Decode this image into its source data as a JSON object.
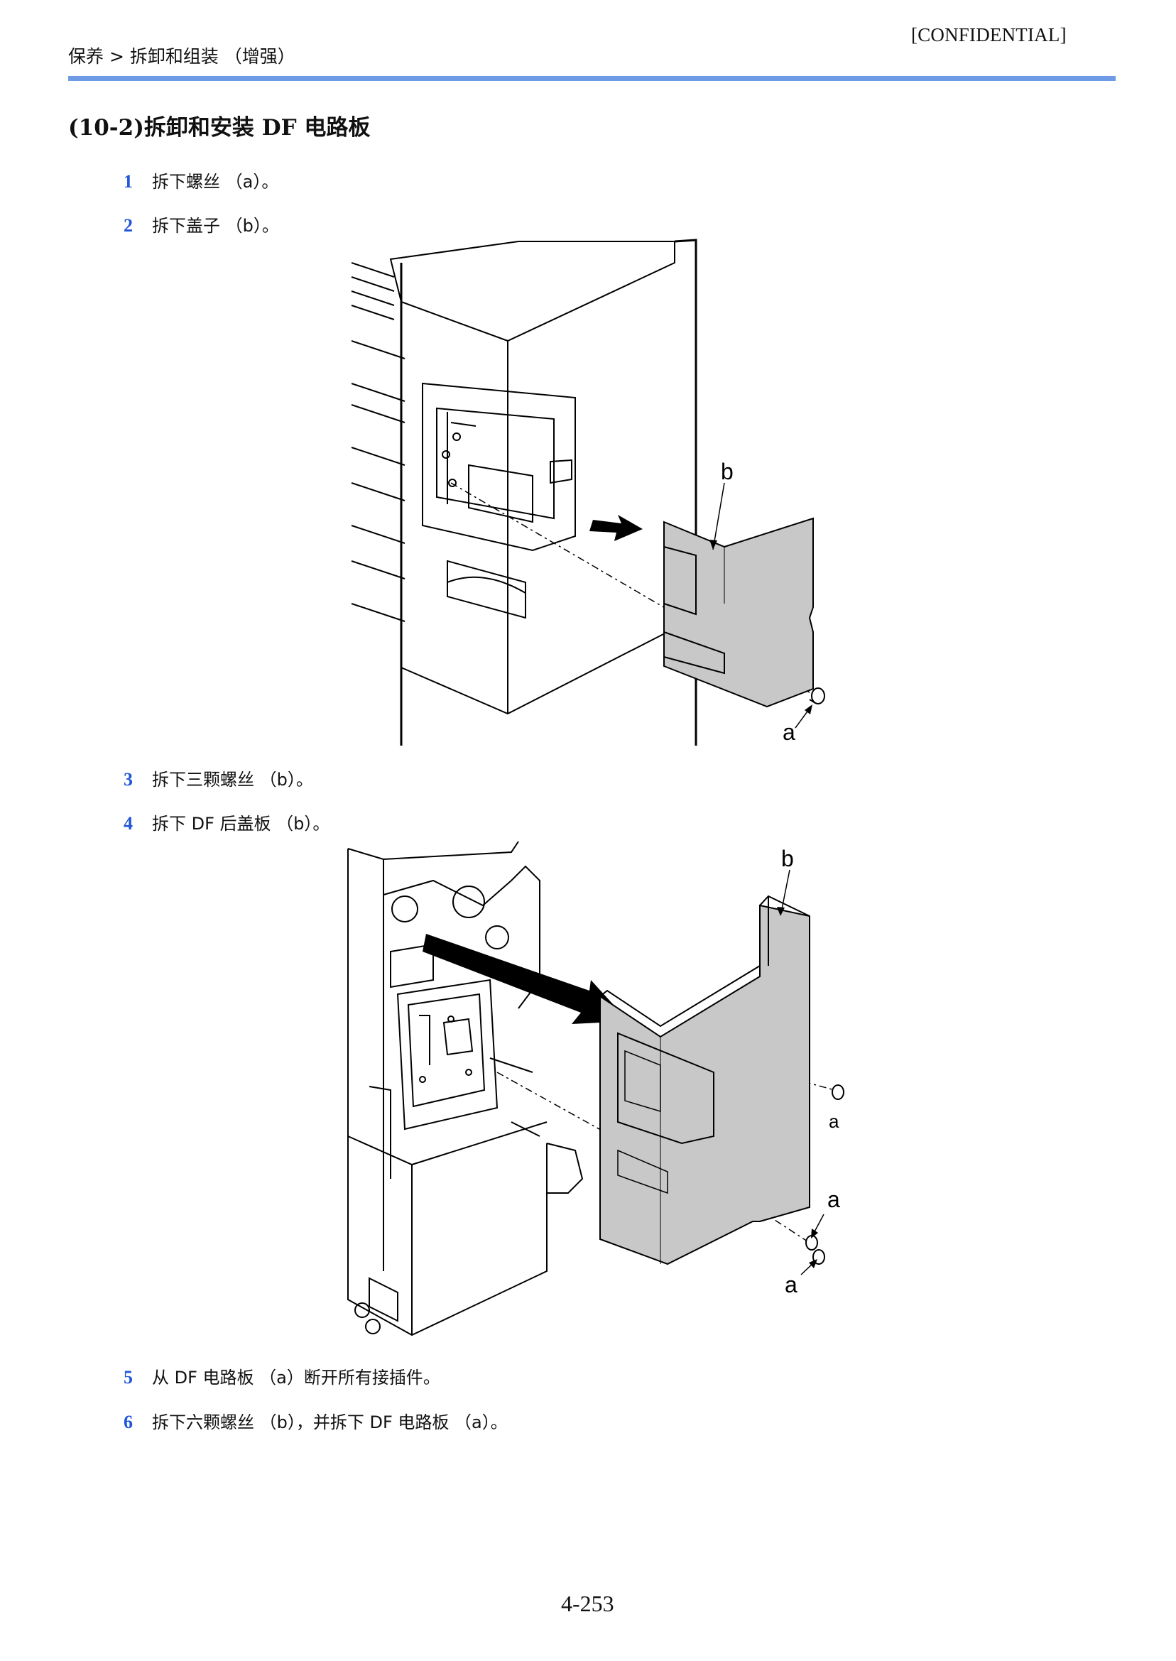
{
  "header": {
    "confidential": "[CONFIDENTIAL]",
    "breadcrumb": "保养 > 拆卸和组装 （增强）"
  },
  "section": {
    "title": "(10-2)拆卸和安装 DF 电路板"
  },
  "steps": [
    {
      "num": "1",
      "text": "拆下螺丝 （a）。"
    },
    {
      "num": "2",
      "text": "拆下盖子 （b）。"
    },
    {
      "num": "3",
      "text": "拆下三颗螺丝 （b）。"
    },
    {
      "num": "4",
      "text": "拆下 DF 后盖板 （b）。"
    },
    {
      "num": "5",
      "text": "从 DF 电路板 （a）断开所有接插件。"
    },
    {
      "num": "6",
      "text": "拆下六颗螺丝 （b），并拆下 DF 电路板 （a）。"
    }
  ],
  "figure1": {
    "labels": {
      "b": "b",
      "a": "a"
    }
  },
  "figure2": {
    "labels": {
      "b": "b",
      "a1": "a",
      "a2": "a",
      "a3": "a"
    }
  },
  "footer": {
    "page_number": "4-253"
  },
  "colors": {
    "rule": "#6f9be6",
    "step_number": "#2156d8",
    "cover_fill": "#c8c8c8"
  }
}
